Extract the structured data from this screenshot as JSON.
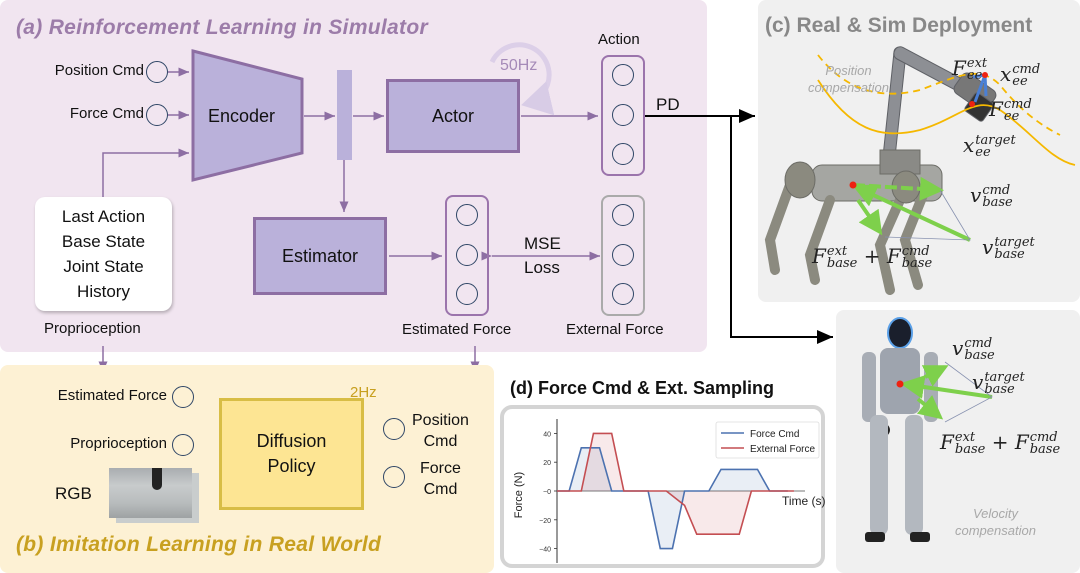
{
  "panel_a": {
    "title": "(a) Reinforcement Learning in Simulator",
    "inputs": [
      {
        "label": "Position Cmd"
      },
      {
        "label": "Force Cmd"
      }
    ],
    "encoder_label": "Encoder",
    "actor_label": "Actor",
    "actor_rate": "50Hz",
    "action_label": "Action",
    "pd_label": "PD",
    "estimator_label": "Estimator",
    "proprio_lines": [
      "Last Action",
      "Base State",
      "Joint State",
      "History"
    ],
    "proprio_caption": "Proprioception",
    "mse_lines": [
      "MSE",
      "Loss"
    ],
    "estimated_force_label": "Estimated Force",
    "external_force_label": "External Force"
  },
  "panel_b": {
    "title": "(b) Imitation Learning in Real World",
    "inputs": [
      {
        "label": "Estimated Force"
      },
      {
        "label": "Proprioception"
      },
      {
        "label": "RGB"
      }
    ],
    "policy_lines": [
      "Diffusion",
      "Policy"
    ],
    "policy_rate": "2Hz",
    "outputs": [
      {
        "lines": [
          "Position",
          "Cmd"
        ]
      },
      {
        "lines": [
          "Force",
          "Cmd"
        ]
      }
    ]
  },
  "panel_c": {
    "title": "(c) Real & Sim Deployment",
    "position_caption": [
      "Position",
      "compensation"
    ],
    "velocity_caption": [
      "Velocity",
      "compensation"
    ],
    "math": {
      "F_ee_ext": {
        "base": "F",
        "sup": "ext",
        "sub": "ee"
      },
      "x_ee_cmd": {
        "base": "x",
        "sup": "cmd",
        "sub": "ee"
      },
      "F_ee_cmd": {
        "base": "F",
        "sup": "cmd",
        "sub": "ee"
      },
      "x_ee_target": {
        "base": "x",
        "sup": "target",
        "sub": "ee"
      },
      "v_base_cmd": {
        "base": "v",
        "sup": "cmd",
        "sub": "base"
      },
      "v_base_target": {
        "base": "v",
        "sup": "target",
        "sub": "base"
      },
      "F_base_ext": {
        "base": "F",
        "sup": "ext",
        "sub": "base"
      },
      "F_base_cmd": {
        "base": "F",
        "sup": "cmd",
        "sub": "base"
      },
      "plus": "+"
    }
  },
  "panel_d": {
    "title": "(d) Force Cmd & Ext. Sampling"
  },
  "colors": {
    "panel_a_bg": "#f1e5f0",
    "panel_b_bg": "#fdf1d4",
    "panel_c_bg": "#f0f0f0",
    "purple_box": "#bab1da",
    "purple_border": "#8d6ea3",
    "yellow_box": "#fde593",
    "force_cmd_line": "#4c72b0",
    "external_force_line": "#c44e52",
    "green_arrow": "#7ed04b",
    "trajectory": "#f5b800"
  },
  "chart_data": {
    "type": "line",
    "title": "(d) Force Cmd & Ext. Sampling",
    "xlabel": "Time (s)",
    "ylabel": "Force (N)",
    "ylim": [
      -50,
      50
    ],
    "xlim": [
      0,
      20
    ],
    "yticks": [
      -40,
      -20,
      0,
      20,
      40
    ],
    "ytick_labels": [
      "−40",
      "−20",
      "−0",
      "20",
      "40"
    ],
    "grid": false,
    "legend_position": "top-right",
    "series": [
      {
        "name": "Force Cmd",
        "color": "#4c72b0",
        "x": [
          0,
          1,
          2,
          3.5,
          4.5,
          7.5,
          8.5,
          9.5,
          10.5,
          11.5,
          12.5,
          13.5,
          15.5,
          16,
          16.5,
          17.5,
          18.5,
          19
        ],
        "y": [
          0,
          0,
          30,
          30,
          0,
          0,
          -40,
          -40,
          0,
          0,
          0,
          15,
          15,
          15,
          15,
          0,
          0,
          0
        ]
      },
      {
        "name": "External Force",
        "color": "#c44e52",
        "x": [
          0,
          1,
          2,
          3,
          4.5,
          5.5,
          9,
          10.5,
          11.5,
          12.5,
          14,
          15,
          16,
          17,
          18,
          19.5
        ],
        "y": [
          0,
          0,
          0,
          40,
          40,
          0,
          0,
          -10,
          -30,
          -30,
          -30,
          -30,
          0,
          0,
          0,
          0
        ]
      }
    ]
  }
}
